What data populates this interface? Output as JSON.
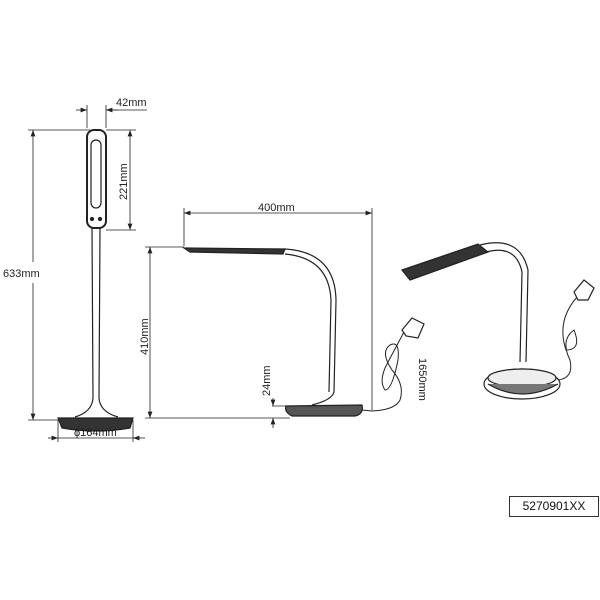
{
  "front_view": {
    "head_width": "42mm",
    "head_height": "221mm",
    "total_height": "633mm",
    "base_diameter": "ϕ164mm"
  },
  "side_view": {
    "reach": "400mm",
    "height": "410mm",
    "base_height": "24mm",
    "cord_length": "1650mm"
  },
  "product_code": "5270901XX"
}
